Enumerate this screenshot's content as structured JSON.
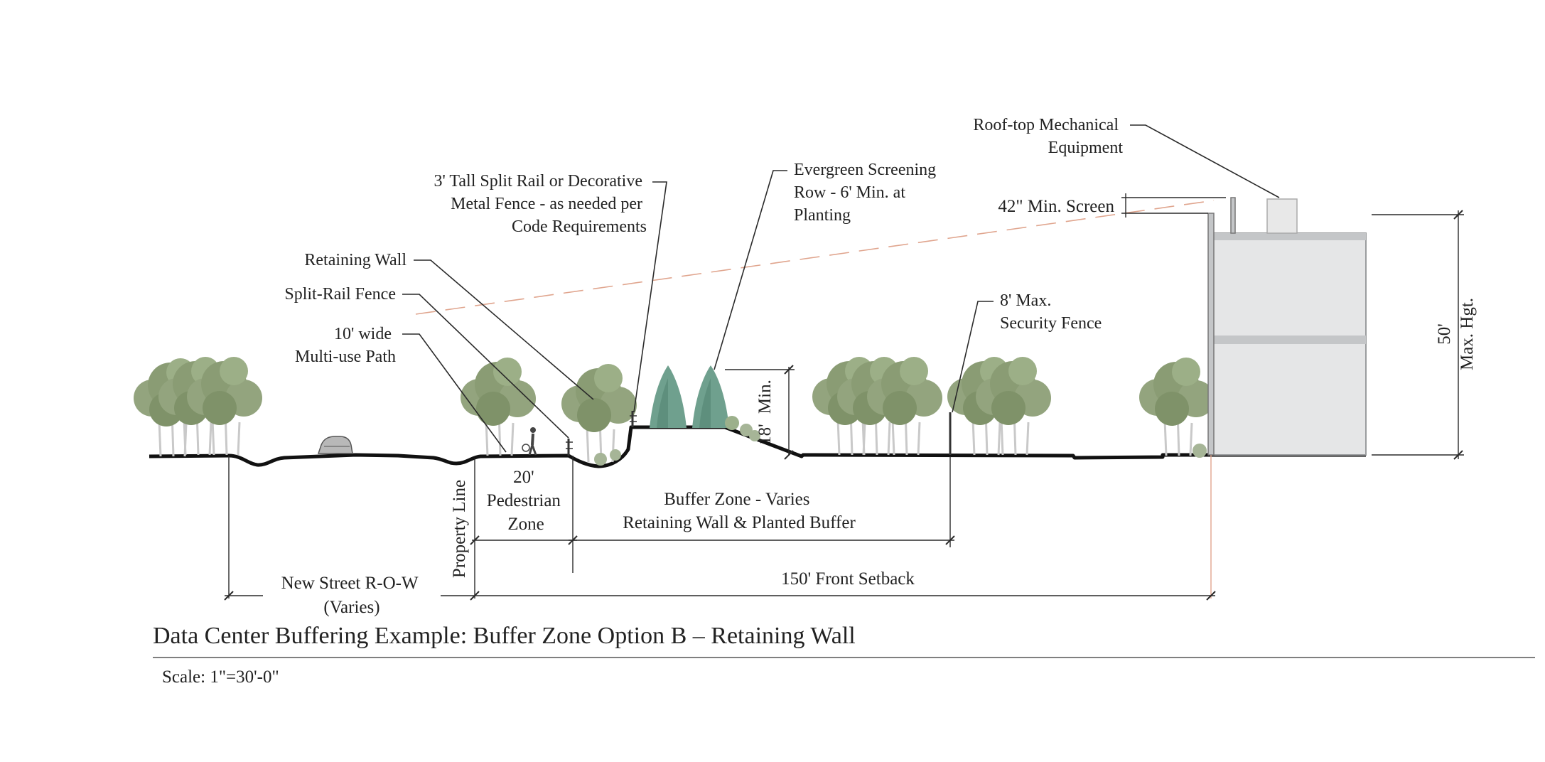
{
  "labels": {
    "rooftop": [
      "Roof-top Mechanical",
      "Equipment"
    ],
    "min_screen": "42\" Min. Screen",
    "fence_note": [
      "3' Tall Split Rail or Decorative",
      "Metal Fence - as needed per",
      "Code Requirements"
    ],
    "evergreen": [
      "Evergreen Screening",
      "Row - 6' Min. at",
      "Planting"
    ],
    "retaining_wall": "Retaining Wall",
    "split_rail": "Split-Rail Fence",
    "path": [
      "10' wide",
      "Multi-use Path"
    ],
    "security_fence": [
      "8' Max.",
      "Security Fence"
    ],
    "berm_height": [
      "18'",
      "Min."
    ],
    "max_height": [
      "50'",
      "Max. Hgt."
    ],
    "pedestrian_zone": [
      "20'",
      "Pedestrian",
      "Zone"
    ],
    "buffer_zone": [
      "Buffer Zone - Varies",
      "Retaining Wall & Planted Buffer"
    ],
    "property_line": "Property Line",
    "row": [
      "New Street R-O-W",
      "(Varies)"
    ],
    "setback": "150' Front Setback"
  },
  "title": "Data Center Buffering Example: Buffer Zone Option B – Retaining Wall",
  "scale": "Scale: 1\"=30'-0\"",
  "colors": {
    "tree_canopy": "#93a47e",
    "tree_canopy_dark": "#7f9269",
    "evergreen": "#6fa08e",
    "shrub": "#a6b597",
    "building": "#e5e6e7",
    "building_band": "#c4c6c8",
    "sightline": "#e0a58e",
    "ground": "#111111"
  }
}
